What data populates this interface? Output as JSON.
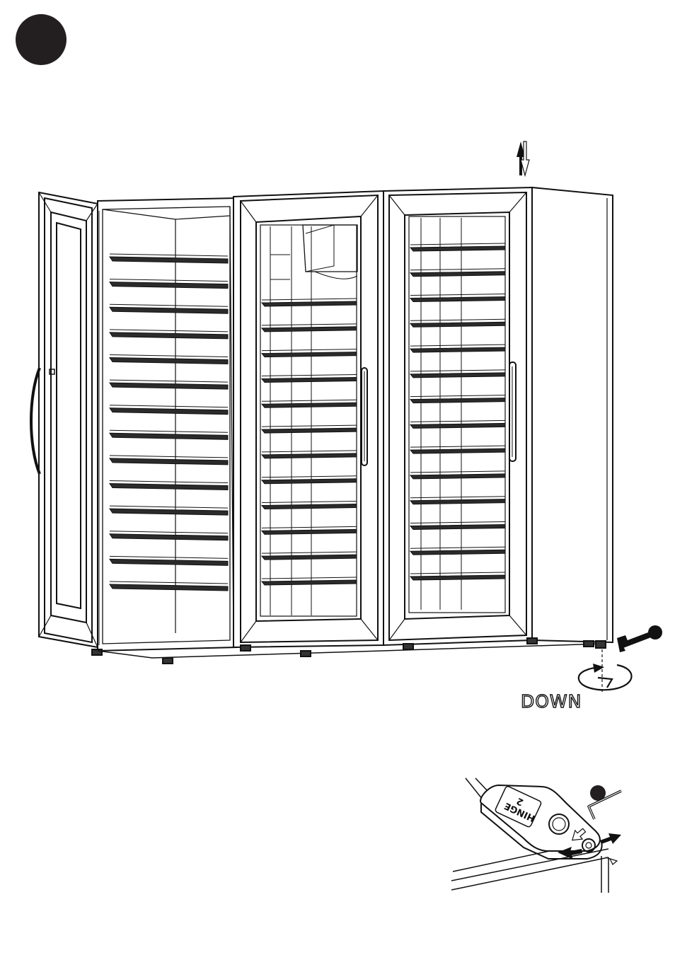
{
  "diagram": {
    "down_label": "DOWN",
    "hinge_plate_label": "HINGE",
    "hinge_plate_number": "2",
    "left_cabinet_shelves": 14,
    "middle_cabinet_shelves": 12,
    "right_cabinet_shelves": 14
  }
}
